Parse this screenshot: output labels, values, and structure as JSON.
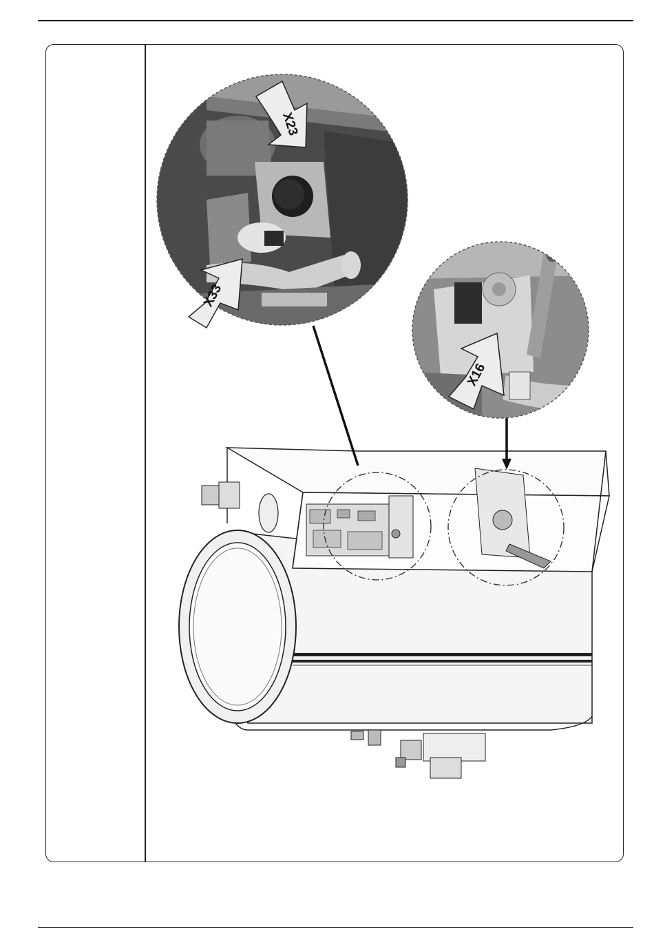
{
  "callouts": {
    "x23": "X23",
    "x33": "X33",
    "x16": "X16"
  },
  "colors": {
    "rule": "#111111",
    "frame": "#222222",
    "shade_dark": "#3a3a3a",
    "shade_mid": "#8a8a8a",
    "shade_light": "#c9c9c9",
    "arrow_fill": "#e6e6e6"
  }
}
